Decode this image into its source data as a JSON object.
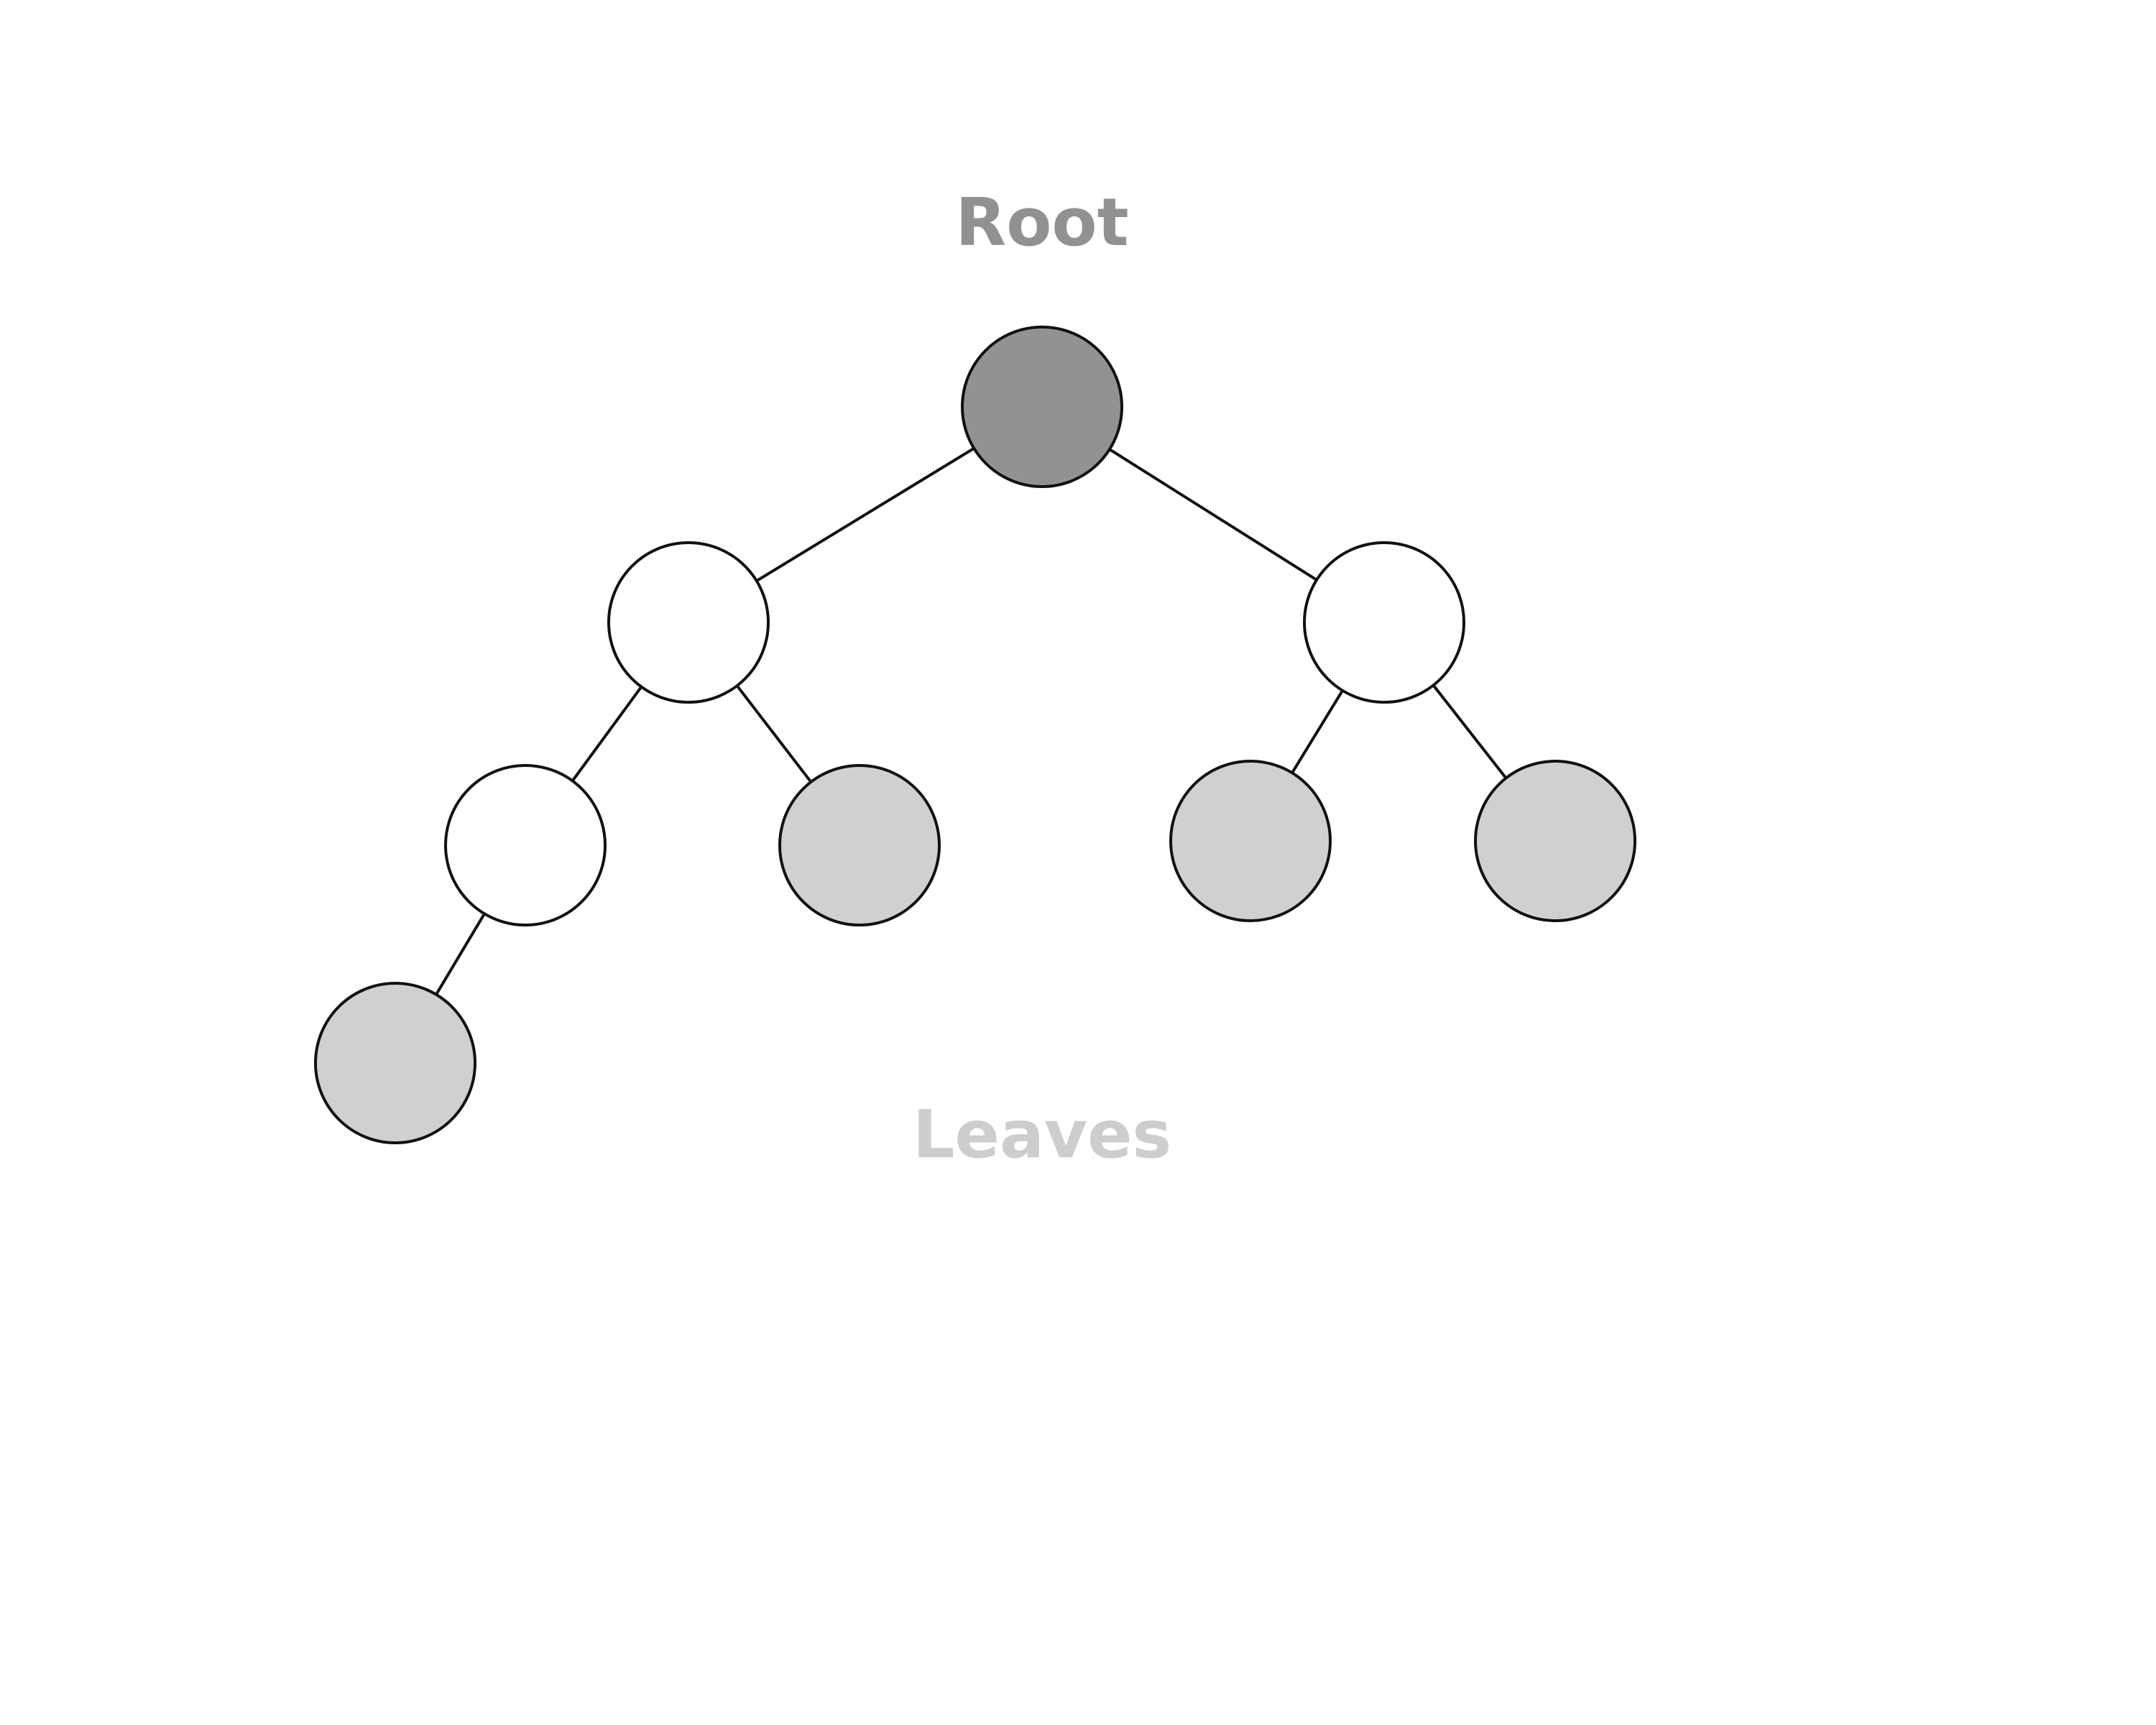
{
  "diagram": {
    "labels": {
      "root": {
        "text": "Root",
        "color": "#919191"
      },
      "leaves": {
        "text": "Leaves",
        "color": "#cdcdcd"
      }
    },
    "colors": {
      "root_fill": "#929292",
      "internal_fill": "#ffffff",
      "leaf_fill": "#d0d0d0",
      "outline": "#111111",
      "edge": "#111111"
    },
    "nodes": [
      {
        "id": "root",
        "role": "root"
      },
      {
        "id": "n-left",
        "role": "internal"
      },
      {
        "id": "n-right",
        "role": "internal"
      },
      {
        "id": "n-left-left",
        "role": "internal"
      },
      {
        "id": "leaf-left-right",
        "role": "leaf"
      },
      {
        "id": "leaf-right-left",
        "role": "leaf"
      },
      {
        "id": "leaf-right-right",
        "role": "leaf"
      },
      {
        "id": "leaf-left-left-left",
        "role": "leaf"
      }
    ],
    "edges": [
      {
        "from": "root",
        "to": "n-left"
      },
      {
        "from": "root",
        "to": "n-right"
      },
      {
        "from": "n-left",
        "to": "n-left-left"
      },
      {
        "from": "n-left",
        "to": "leaf-left-right"
      },
      {
        "from": "n-right",
        "to": "leaf-right-left"
      },
      {
        "from": "n-right",
        "to": "leaf-right-right"
      },
      {
        "from": "n-left-left",
        "to": "leaf-left-left-left"
      }
    ]
  }
}
